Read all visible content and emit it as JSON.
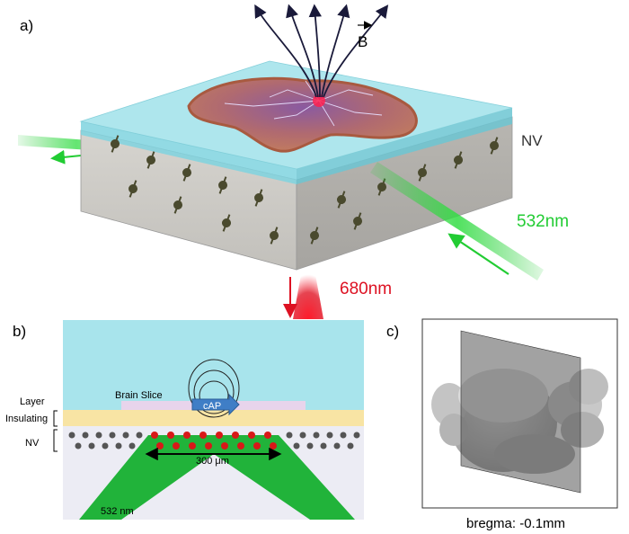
{
  "panel_a": {
    "label": "a)",
    "field_label": "B",
    "nv_label": "NV",
    "laser_in_label": "532nm",
    "laser_out_label": "680nm"
  },
  "panel_b": {
    "label": "b)",
    "layer_label": "Layer",
    "brain_slice_label": "Brain Slice",
    "insulating_label": "Insulating",
    "nv_label": "NV",
    "cap_label": "cAP",
    "width_label": "300 μm",
    "laser_label": "532 nm"
  },
  "panel_c": {
    "label": "c)",
    "caption": "bregma: -0.1mm"
  },
  "colors": {
    "green_laser": "#22cc33",
    "red_laser": "#dd1122",
    "water": "#a8e4ec",
    "insulating": "#f8e4a4",
    "nv_spin_active": "#d81818"
  }
}
